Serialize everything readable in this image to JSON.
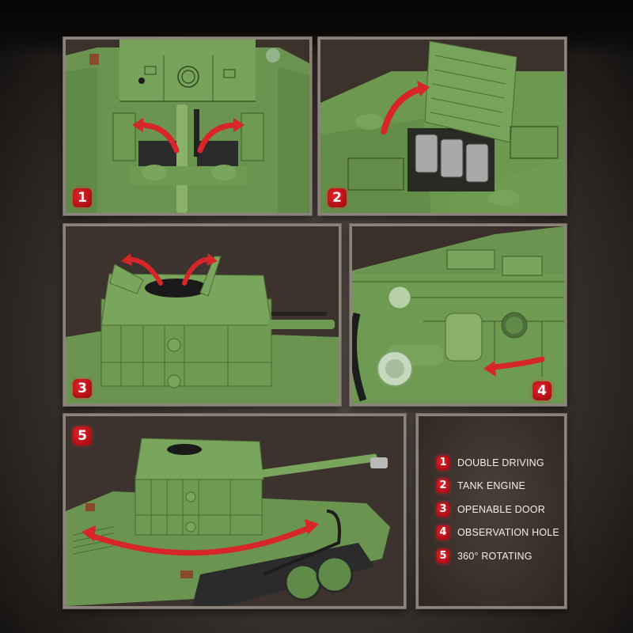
{
  "page": {
    "background_color": "#3e3833",
    "frame_color": "#8c847a",
    "accent_color": "#c4141b",
    "model_green": "#6f9a52"
  },
  "panels": [
    {
      "id": 1,
      "badge": "1",
      "feature": "Double driving",
      "badge_position": "bottom-left"
    },
    {
      "id": 2,
      "badge": "2",
      "feature": "Tank engine",
      "badge_position": "bottom-left"
    },
    {
      "id": 3,
      "badge": "3",
      "feature": "Openable door",
      "badge_position": "bottom-left"
    },
    {
      "id": 4,
      "badge": "4",
      "feature": "Observation hole",
      "badge_position": "bottom-right"
    },
    {
      "id": 5,
      "badge": "5",
      "feature": "360° rotating",
      "badge_position": "top-left"
    }
  ],
  "legend": {
    "items": [
      {
        "number": "1",
        "label": "DOUBLE DRIVING"
      },
      {
        "number": "2",
        "label": "TANK ENGINE"
      },
      {
        "number": "3",
        "label": "OPENABLE DOOR"
      },
      {
        "number": "4",
        "label": "OBSERVATION HOLE"
      },
      {
        "number": "5",
        "label": "360° ROTATING"
      }
    ]
  }
}
